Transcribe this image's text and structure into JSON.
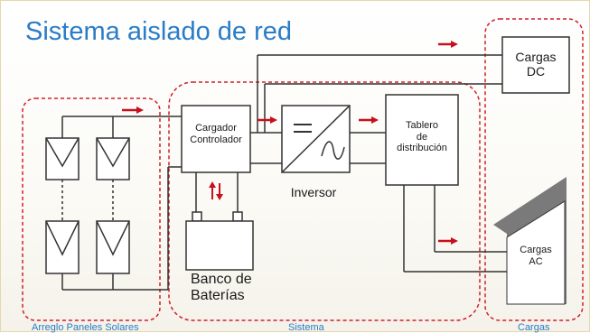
{
  "title": "Sistema aislado de red",
  "components": {
    "cargador": {
      "line1": "Cargador",
      "line2": "Controlador"
    },
    "inversor": {
      "label": "Inversor",
      "symbol_dc": "=",
      "symbol_ac": "∿"
    },
    "tablero": {
      "line1": "Tablero",
      "line2": "de",
      "line3": "distribución"
    },
    "cargas_dc": {
      "line1": "Cargas",
      "line2": "DC"
    },
    "cargas_ac": {
      "line1": "Cargas",
      "line2": "AC"
    },
    "banco": {
      "line1": "Banco de",
      "line2": "Baterías"
    }
  },
  "groups": {
    "paneles": "Arreglo Paneles Solares",
    "sistema": "Sistema",
    "cargas": "Cargas"
  },
  "colors": {
    "title": "#2a7cc7",
    "group_border": "#d0202a",
    "arrow": "#c8101c",
    "wire": "#333333",
    "ac_roof": "#7a7a7a"
  }
}
